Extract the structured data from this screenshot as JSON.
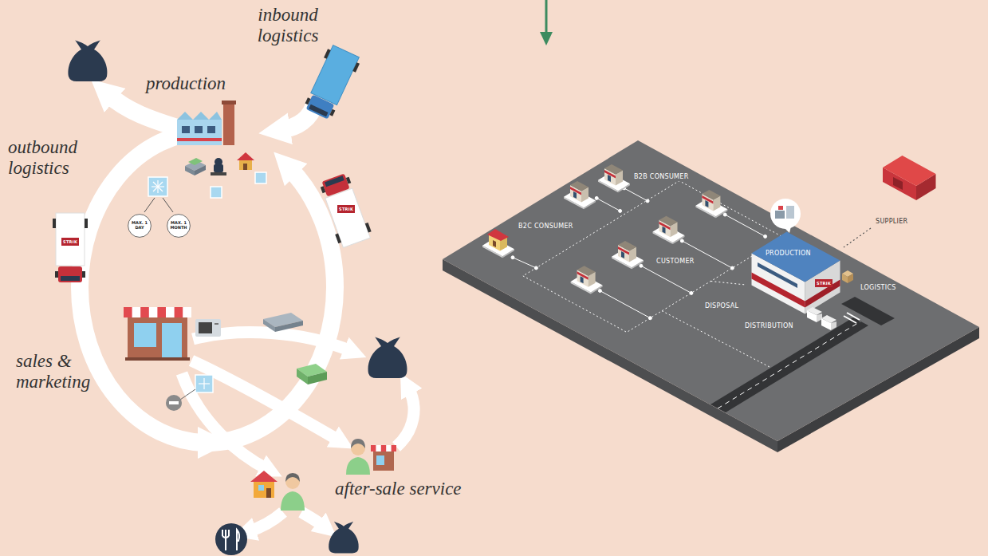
{
  "diagram": {
    "nodes": [
      {
        "text": [
          "MAX. 1 DAY"
        ]
      },
      {
        "text": [
          "MAX. 1 MONTH"
        ]
      }
    ],
    "labels": [
      "inbound logistics",
      "production",
      "outbound logistics",
      "sales & marketing",
      "after-sale service",
      "STRIK",
      "STRIK",
      "B2B CONSUMER",
      "B2C CONSUMER",
      "CUSTOMER",
      "PRODUCTION",
      "LOGISTICS",
      "DISPOSAL",
      "DISTRIBUTION",
      "SUPPLIER",
      "STRIK"
    ]
  }
}
